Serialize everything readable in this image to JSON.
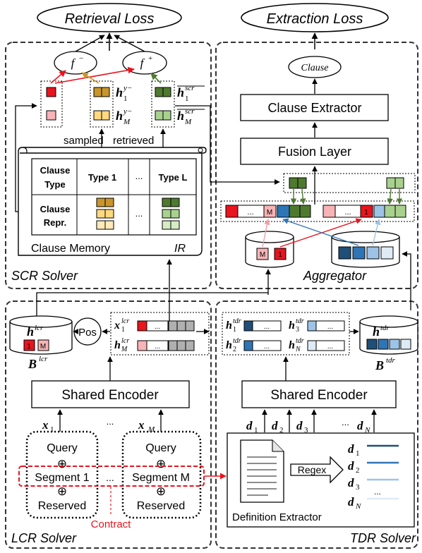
{
  "top": {
    "retrieval_loss": "Retrieval Loss",
    "extraction_loss": "Extraction Loss"
  },
  "scr": {
    "panel_title": "SCR Solver",
    "f_minus": "f",
    "f_plus": "f",
    "h1_neg": "h",
    "hM_neg": "h",
    "h1_scr": "h",
    "hM_scr": "h",
    "sampled": "sampled",
    "retrieved": "retrieved",
    "memory_label": "Clause Memory",
    "ir": "IR",
    "table": {
      "clause_type": [
        "Clause",
        "Type"
      ],
      "clause_repr": [
        "Clause",
        "Repr."
      ],
      "type1": "Type 1",
      "ellipsis": "...",
      "typeL": "Type L"
    }
  },
  "right": {
    "clause": "Clause",
    "clause_extractor": "Clause Extractor",
    "fusion_layer": "Fusion Layer",
    "aggregator": "Aggregator",
    "m_label": "M",
    "one_label": "1",
    "dots": "..."
  },
  "lcr": {
    "panel_title": "LCR Solver",
    "pos": "Pos",
    "b_lcr": "B",
    "h_lcr_hat": "h",
    "shared_encoder": "Shared Encoder",
    "x1": "x",
    "xM": "x",
    "dots": "...",
    "query": "Query",
    "segment1": "Segment 1",
    "segmentM": "Segment M",
    "reserved": "Reserved",
    "contract": "Contract",
    "plus": "⊕"
  },
  "tdr": {
    "panel_title": "TDR Solver",
    "b_tdr": "B",
    "h_tdr_hat": "h",
    "shared_encoder": "Shared Encoder",
    "d": "d",
    "regex": "Regex",
    "definition_extractor": "Definition Extractor",
    "dots": "..."
  },
  "colors": {
    "red": "#e8141e",
    "pink": "#f7b3b6",
    "gold": "#c8962a",
    "gold_light": "#ffd980",
    "gold_pale": "#ffeab8",
    "green_dark": "#4e7a2e",
    "green_light": "#a9d18e",
    "blue_dark": "#1f4e79",
    "blue_mid": "#2e75b6",
    "blue_light": "#9dc3e6",
    "blue_pale": "#deebf7",
    "gray": "#b0b0b0"
  }
}
